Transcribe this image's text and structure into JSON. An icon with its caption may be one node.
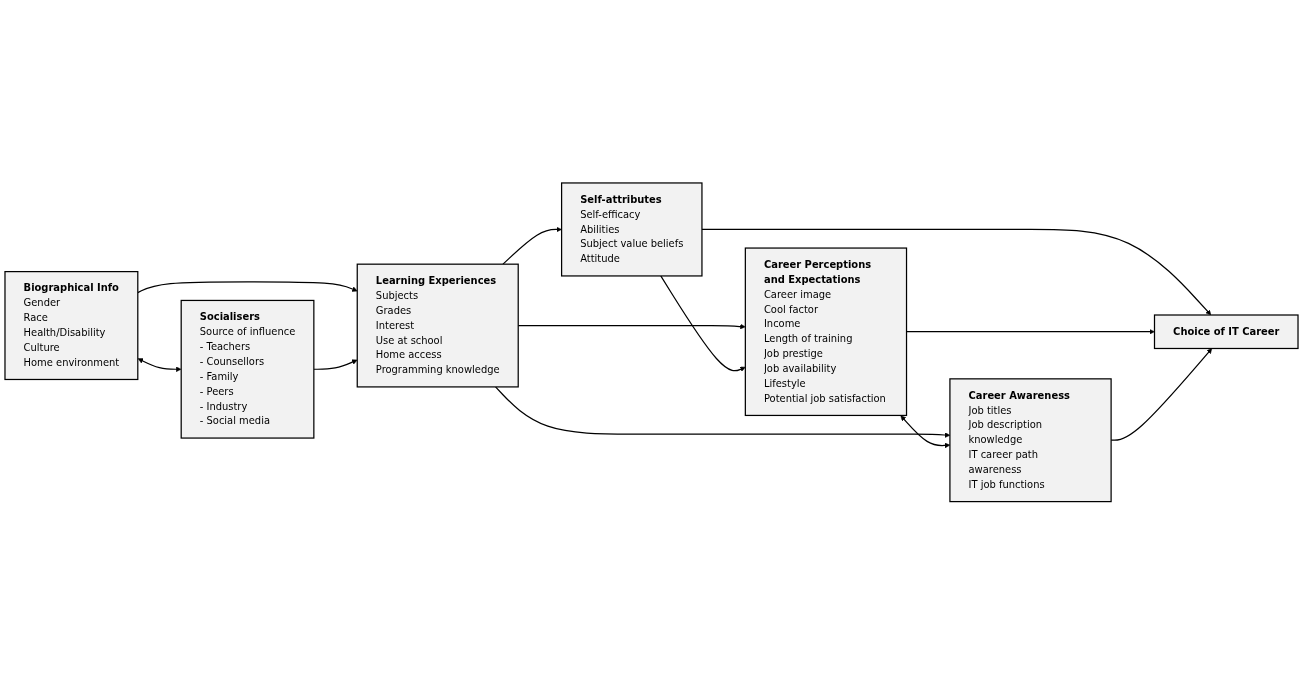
{
  "diagram": {
    "nodes": [
      {
        "text": [
          "Biographical Info",
          "Gender",
          "Race",
          "Health/Disability",
          "Culture",
          "Home environment"
        ]
      },
      {
        "text": [
          "Socialisers",
          "Source of influence",
          "- Teachers",
          "- Counsellors",
          "- Family",
          "- Peers",
          "- Industry",
          "- Social media"
        ]
      },
      {
        "text": [
          "Learning Experiences",
          "Subjects",
          "Grades",
          "Interest",
          "Use at school",
          "Home access",
          "Programming knowledge"
        ]
      },
      {
        "text": [
          "Self-attributes",
          "Self-efficacy",
          "Abilities",
          "Subject value beliefs",
          "Attitude"
        ]
      },
      {
        "text": [
          "Career Perceptions and Expectations",
          "Career image",
          "Cool factor",
          "Income",
          "Length of training",
          "Job prestige",
          "Job availability",
          "Lifestyle",
          "Potential job satisfaction"
        ]
      },
      {
        "text": [
          "Career Awareness",
          "Job titles",
          "Job description knowledge",
          "IT career path awareness",
          "IT job functions"
        ]
      },
      {
        "text": [
          "Choice of IT Career"
        ]
      }
    ],
    "edges": [
      {
        "from": 0,
        "to": 1,
        "arrow": "both"
      },
      {
        "from": 0,
        "to": 2,
        "arrow": "to"
      },
      {
        "from": 1,
        "to": 2,
        "arrow": "to"
      },
      {
        "from": 2,
        "to": 3,
        "arrow": "to"
      },
      {
        "from": 2,
        "to": 4,
        "arrow": "to"
      },
      {
        "from": 2,
        "to": 5,
        "arrow": "to"
      },
      {
        "from": 3,
        "to": 4,
        "arrow": "to"
      },
      {
        "from": 4,
        "to": 5,
        "arrow": "both"
      },
      {
        "from": 3,
        "to": 6,
        "arrow": "to"
      },
      {
        "from": 4,
        "to": 6,
        "arrow": "to"
      },
      {
        "from": 5,
        "to": 6,
        "arrow": "to"
      }
    ]
  }
}
